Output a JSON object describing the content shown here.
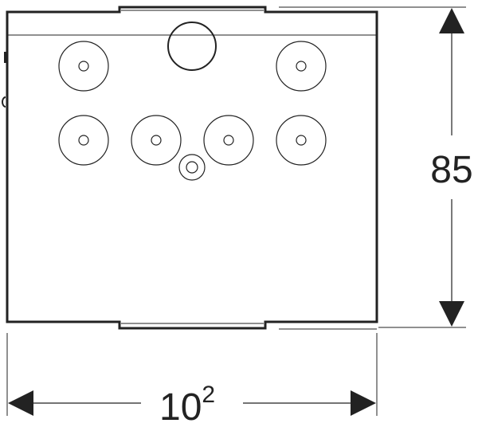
{
  "dimensions": {
    "height_label": "85",
    "width_label_base": "10",
    "width_label_sup": "2"
  },
  "colors": {
    "line": "#222222",
    "background": "#ffffff"
  }
}
